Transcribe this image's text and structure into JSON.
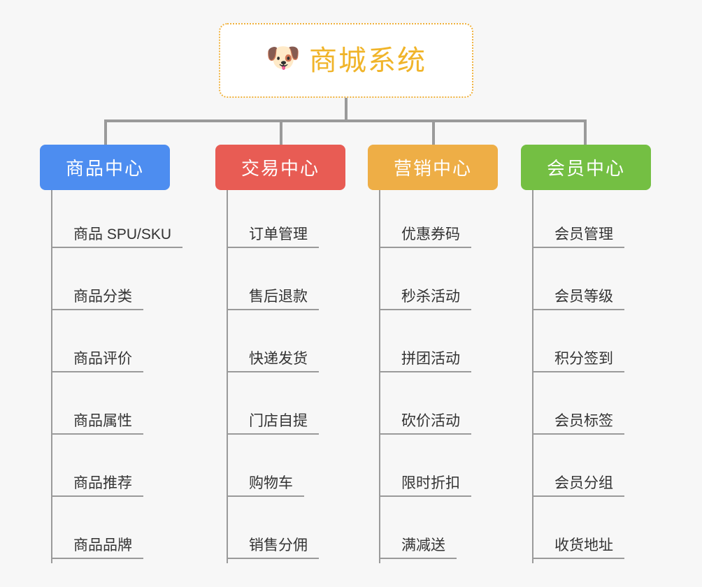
{
  "diagram": {
    "title": "商城系统",
    "type": "org-chart",
    "background_color": "#f7f7f7",
    "connector_color": "#9a9a9a",
    "root": {
      "label": "商城系统",
      "icon": "shiba-dog-emoji",
      "emoji": "🐶",
      "text_color": "#f0b429",
      "border_color": "#efb13c",
      "background_color": "#ffffff"
    },
    "categories": [
      {
        "label": "商品中心",
        "color": "#4d8df0",
        "items": [
          "商品 SPU/SKU",
          "商品分类",
          "商品评价",
          "商品属性",
          "商品推荐",
          "商品品牌"
        ]
      },
      {
        "label": "交易中心",
        "color": "#e85c54",
        "items": [
          "订单管理",
          "售后退款",
          "快递发货",
          "门店自提",
          "购物车",
          "销售分佣"
        ]
      },
      {
        "label": "营销中心",
        "color": "#eeae46",
        "items": [
          "优惠券码",
          "秒杀活动",
          "拼团活动",
          "砍价活动",
          "限时折扣",
          "满减送"
        ]
      },
      {
        "label": "会员中心",
        "color": "#74bf43",
        "items": [
          "会员管理",
          "会员等级",
          "积分签到",
          "会员标签",
          "会员分组",
          "收货地址"
        ]
      }
    ]
  }
}
